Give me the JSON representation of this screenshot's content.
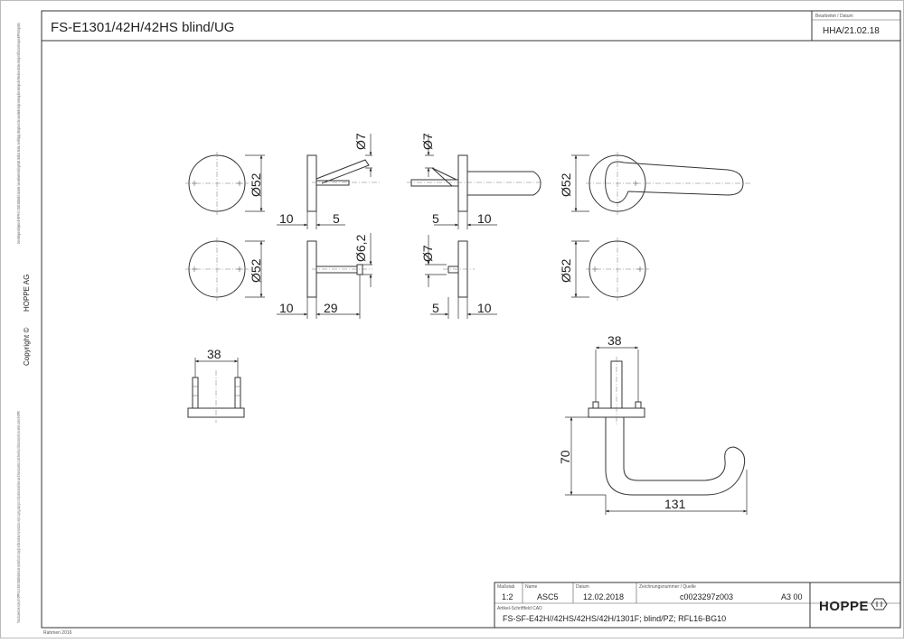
{
  "title": "FS-E1301/42H/42HS blind/UG",
  "revision": {
    "label": "Bearbeitet / Datum",
    "value": "HHA/21.02.18"
  },
  "sidebar": {
    "notice_de": "Diese Unterlagen sind Eigentum der HOPPE AG, D-35260 Stadtallendorf und urheber- sowie wettbewerbsrechtlich geschützt. Nachdruck, Nachbau, Vervielfältigung, Weitergabe an Dritte sowie jedwede sonstige Verwertung dieser Unterlagen oder Teilen davon sind ohne vorherige schriftliche Zustimmung von HOPPE nicht gestattet.",
    "company": "HOPPE AG",
    "copyright": "Copyright ©",
    "notice_en": "These documents are property of HOPPE AG, D-35260 Stadtallendorf and are protected by both copyright and fair trade law. Any reproduction, reprint, copying, passing on to third parties and whichever use of these documents or parts thereof is prohibited, except with prior written consent of HOPPE."
  },
  "frame_note": "Rahmen 2016",
  "dimensions": {
    "d7_a": "Ø7",
    "d52_a": "Ø52",
    "ten_a": "10",
    "five_a": "5",
    "d7_b": "Ø7",
    "five_b": "5",
    "ten_b": "10",
    "d52_b": "Ø52",
    "d52_c": "Ø52",
    "d62": "Ø6,2",
    "ten_c": "10",
    "twentynine": "29",
    "d7_c": "Ø7",
    "five_c": "5",
    "ten_d": "10",
    "d52_d": "Ø52",
    "thirtyeight_a": "38",
    "thirtyeight_b": "38",
    "seventy": "70",
    "onethirtyone": "131"
  },
  "title_block": {
    "scale_label": "Maßstab",
    "scale": "1:2",
    "name_label": "Name",
    "name": "ASC5",
    "date_label": "Datum",
    "date": "12.02.2018",
    "drawing_label": "Zeichnungsnummer / Quelle",
    "drawing_no": "c0023297z003",
    "format": "A3 00",
    "article_label": "Artikel-Schriftfeld CAD",
    "article": "FS-SF-E42H//42HS/42HS/42H/1301F; blind/PZ; RFL16-BG10",
    "logo": "HOPPE"
  }
}
